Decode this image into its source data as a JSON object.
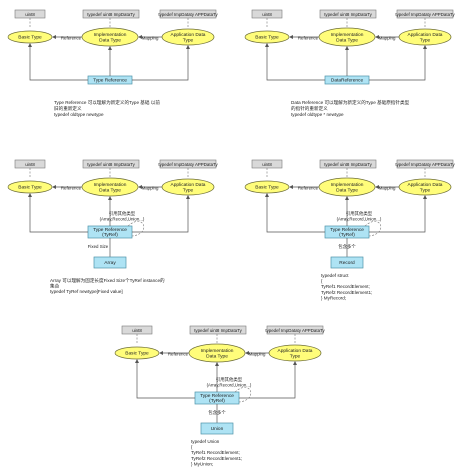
{
  "groups": [
    {
      "uint8": "uint8",
      "impl_typedef": "typedef uint8 ImpDataTy",
      "app_typedef": "typedef ImpDataty APPDataTy",
      "basic": "Basic Type",
      "impl_line1": "Implementation",
      "impl_line2": "Data Type",
      "app_line1": "Application Data",
      "app_line2": "Type",
      "ref_label": "Reference",
      "map_label": "Mapping",
      "bottom_line1": "Type Reference",
      "bottom_line2": "",
      "desc_lines": [
        "Type Reference 可以理解为新定义的Type 基础 以前",
        "旧的重新定义",
        "typedef oldtype newtype"
      ]
    },
    {
      "uint8": "uint8",
      "impl_typedef": "typedef uint8 ImpDataTy",
      "app_typedef": "typedef ImpDataty APPDataTy",
      "basic": "Basic Type",
      "impl_line1": "Implementation",
      "impl_line2": "Data Type",
      "app_line1": "Application Data",
      "app_line2": "Type",
      "ref_label": "Reference",
      "map_label": "Mapping",
      "bottom_line1": "DataReference",
      "bottom_line2": "",
      "desc_lines": [
        "Data Reference 可以理解为新定义的Type 基础原指针类型",
        "的指针的重新定义",
        "typedef oldtype * newtype"
      ]
    },
    {
      "uint8": "uint8",
      "impl_typedef": "typedef uint8 ImpDataTy",
      "app_typedef": "typedef ImpDataty APPDataTy",
      "basic": "Basic Type",
      "impl_line1": "Implementation",
      "impl_line2": "Data Type",
      "app_line1": "Application Data",
      "app_line2": "Type",
      "ref_label": "Reference",
      "map_label": "Mapping",
      "bottom_line1": "Type Reference",
      "bottom_line2": "(TyRef)",
      "ref_note1": "引用其他类型",
      "ref_note2": "(Array,Record,Union...)",
      "child": "Array",
      "child_note": "Fixed Size",
      "desc_lines": [
        "Array 可以理解为固定长度Fixed Size个TyRef instance的",
        "集合",
        "typedef TyRef newtype[Fixed value]"
      ]
    },
    {
      "uint8": "uint8",
      "impl_typedef": "typedef uint8 ImpDataTy",
      "app_typedef": "typedef ImpDataty APPDataTy",
      "basic": "Basic Type",
      "impl_line1": "Implementation",
      "impl_line2": "Data Type",
      "app_line1": "Application Data",
      "app_line2": "Type",
      "ref_label": "Reference",
      "map_label": "Mapping",
      "bottom_line1": "Type Reference",
      "bottom_line2": "(TyRef)",
      "ref_note1": "引用其他类型",
      "ref_note2": "(Array,Record,Union...)",
      "child": "Record",
      "child_note": "包含多个",
      "desc_lines": [
        "typedef struct",
        "{",
        "    TyRef1 RecordElement;",
        "    TyRef2 RecordElement1;",
        "} MyRecord;"
      ]
    },
    {
      "uint8": "uint8",
      "impl_typedef": "typedef uint8 ImpDataTy",
      "app_typedef": "typedef ImpDataty APPDataTy",
      "basic": "Basic Type",
      "impl_line1": "Implementation",
      "impl_line2": "Data Type",
      "app_line1": "Application Data",
      "app_line2": "Type",
      "ref_label": "Reference",
      "map_label": "Mapping",
      "bottom_line1": "Type Reference",
      "bottom_line2": "(TyRef)",
      "ref_note1": "引用其他类型",
      "ref_note2": "(Array,Record,Union...)",
      "child": "Union",
      "child_note": "包含多个",
      "desc_lines": [
        "typedef Union",
        "{",
        "    TyRef1 RecordElement;",
        "    TyRef2 RecordElement1;",
        "} MyUnion;"
      ]
    }
  ],
  "colors": {
    "ellipse_fill": "#fffd7a",
    "blue_box_fill": "#aee3f4",
    "gray_box_fill": "#d9d9d9"
  }
}
